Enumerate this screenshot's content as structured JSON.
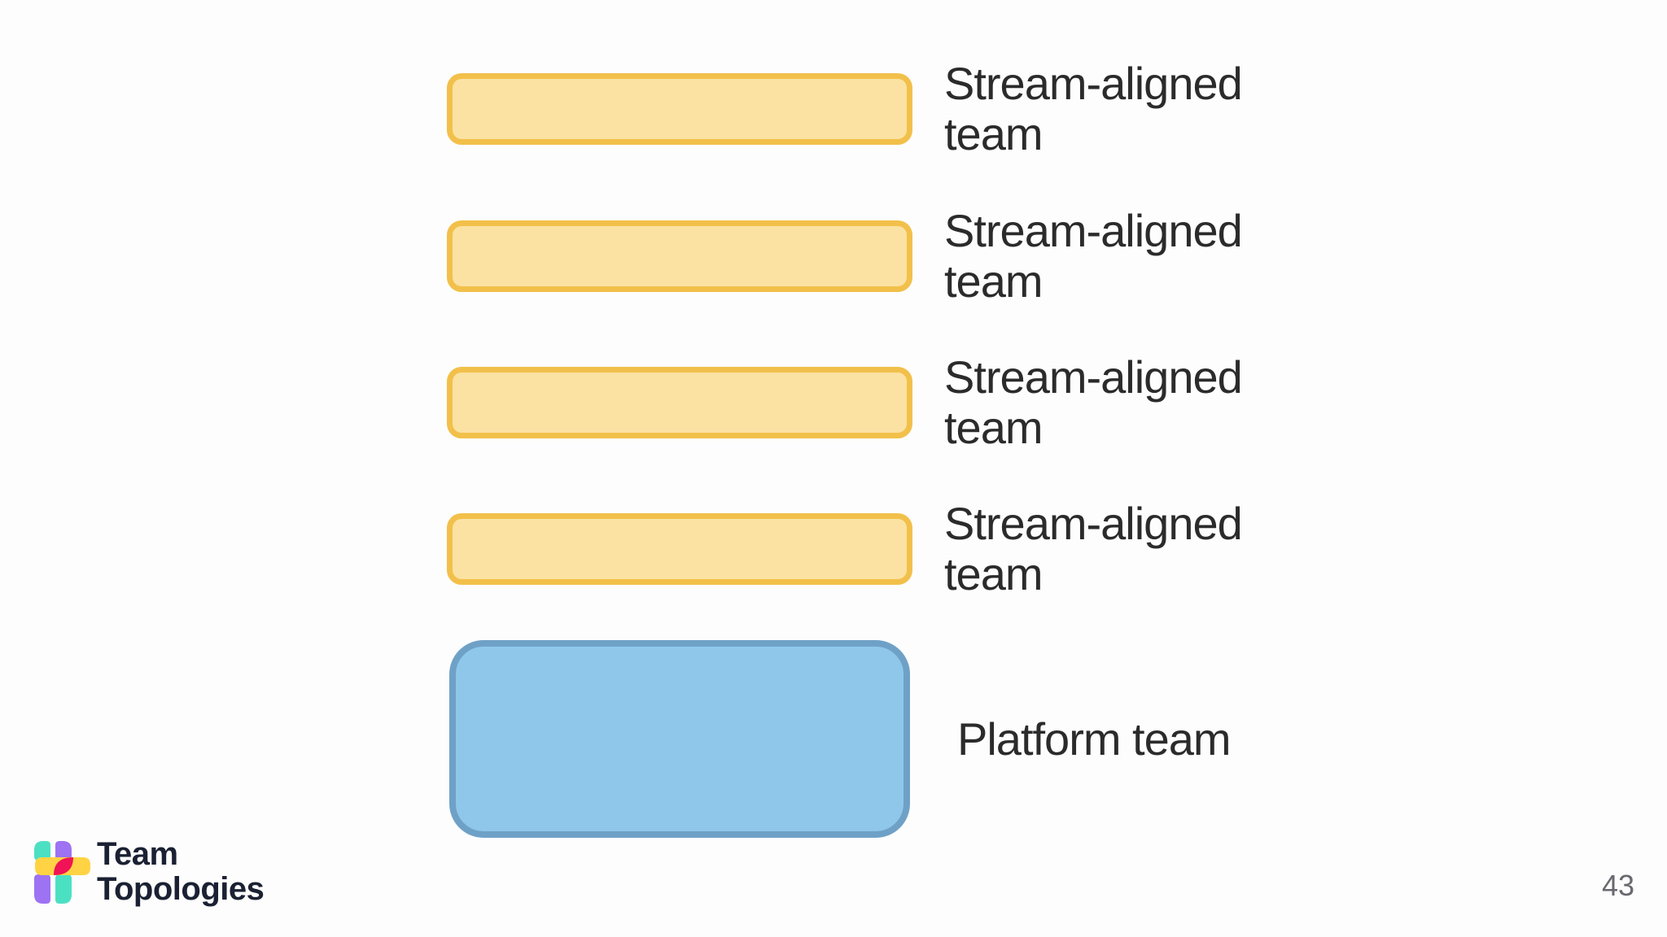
{
  "slide": {
    "page_number": "43"
  },
  "diagram": {
    "teams": [
      {
        "id": "stream-1",
        "type": "stream-aligned",
        "label": "Stream-aligned team"
      },
      {
        "id": "stream-2",
        "type": "stream-aligned",
        "label": "Stream-aligned team"
      },
      {
        "id": "stream-3",
        "type": "stream-aligned",
        "label": "Stream-aligned team"
      },
      {
        "id": "stream-4",
        "type": "stream-aligned",
        "label": "Stream-aligned team"
      },
      {
        "id": "platform-1",
        "type": "platform",
        "label": "Platform team"
      }
    ]
  },
  "logo": {
    "name": "Team Topologies",
    "line1": "Team",
    "line2": "Topologies"
  },
  "colors": {
    "page_bg": "#fdfdfd",
    "stream_fill": "#fbe2a3",
    "stream_border": "#f2c04a",
    "platform_fill": "#8ec7ea",
    "platform_border": "#6fa1c7",
    "label_text": "#2b2b2b",
    "logo_text": "#1b2133",
    "page_number_color": "#68686e",
    "logo_teal": "#4ce0c3",
    "logo_purple": "#9d72f3",
    "logo_yellow": "#ffd343",
    "logo_pink": "#f01356"
  }
}
